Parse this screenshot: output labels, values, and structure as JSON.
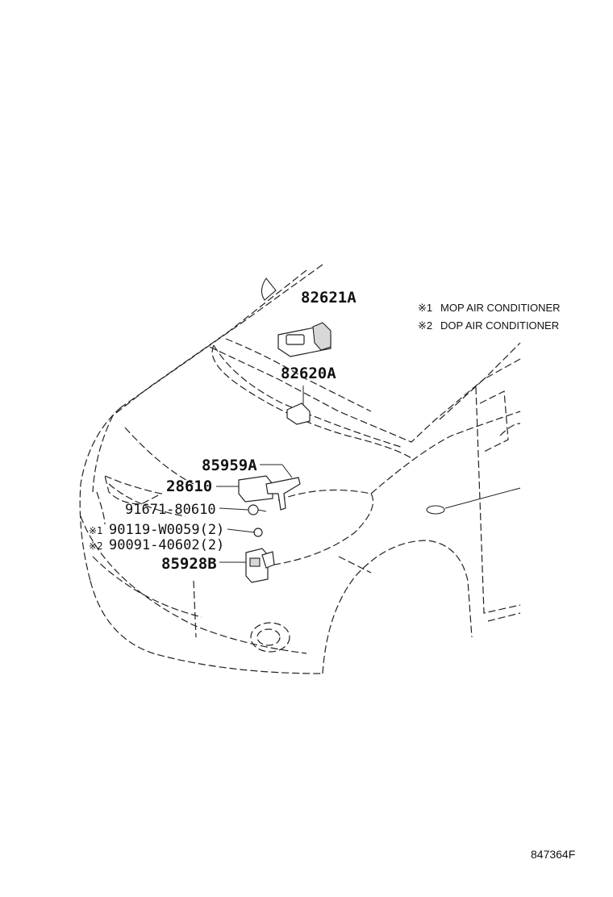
{
  "diagram": {
    "legend": [
      {
        "mark": "※1",
        "text": "MOP AIR CONDITIONER"
      },
      {
        "mark": "※2",
        "text": "DOP AIR CONDITIONER"
      }
    ],
    "parts": [
      {
        "id": "p82621A",
        "number": "82621A"
      },
      {
        "id": "p82620A",
        "number": "82620A"
      },
      {
        "id": "p85959A",
        "number": "85959A"
      },
      {
        "id": "p28610",
        "number": "28610"
      },
      {
        "id": "p91671",
        "number": "91671-80610"
      },
      {
        "id": "p90119",
        "mark": "※1",
        "number": "90119-W0059(2)"
      },
      {
        "id": "p90091",
        "mark": "※2",
        "number": "90091-40602(2)"
      },
      {
        "id": "p85928B",
        "number": "85928B"
      }
    ],
    "illustration_code": "847364F"
  }
}
